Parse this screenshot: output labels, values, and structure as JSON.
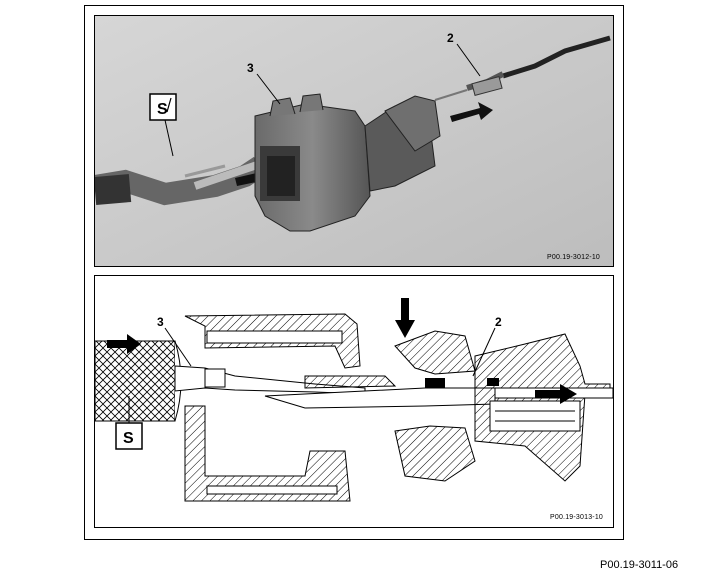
{
  "top_panel": {
    "labels": {
      "tool": "S",
      "part2": "2",
      "part3": "3"
    },
    "caption": "P00.19-3012-10"
  },
  "bottom_panel": {
    "labels": {
      "tool": "S",
      "part2": "2",
      "part3": "3"
    },
    "caption": "P00.19-3013-10"
  },
  "figure_id": "P00.19-3011-06"
}
